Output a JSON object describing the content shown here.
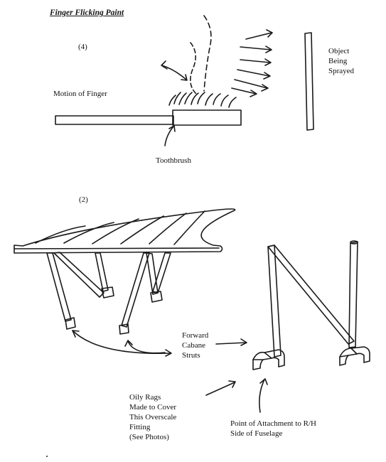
{
  "title": "Finger Flicking Paint",
  "figures": [
    {
      "number": "(4)",
      "labels": {
        "motion": "Motion of Finger",
        "toothbrush": "Toothbrush",
        "object": [
          "Object",
          "Being",
          "Sprayed"
        ]
      }
    },
    {
      "number": "(2)",
      "labels": {
        "struts": [
          "Forward",
          "Cabane",
          "Struts"
        ],
        "rags": [
          "Oily Rags",
          "Made to Cover",
          "This Overscale",
          "Fitting",
          "(See Photos)"
        ],
        "attachment": [
          "Point of Attachment to R/H",
          "Side of Fuselage"
        ]
      }
    }
  ]
}
